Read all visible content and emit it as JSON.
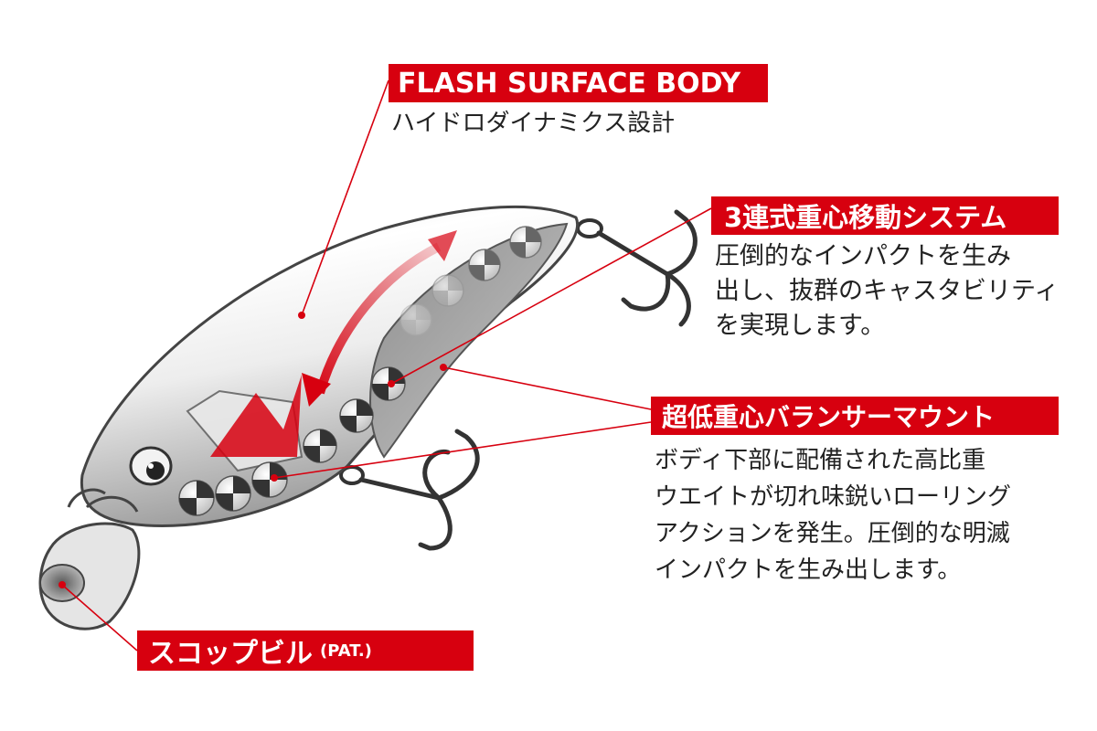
{
  "accent_color": "#d7000f",
  "labels": {
    "flash": {
      "title": "FLASH SURFACE BODY",
      "desc": [
        "ハイドロダイナミクス設計"
      ]
    },
    "weight_system": {
      "title": "3連式重心移動システム",
      "desc": [
        "圧倒的なインパクトを生み",
        "出し、抜群のキャスタビリティ",
        "を実現します。"
      ]
    },
    "mount": {
      "title": "超低重心バランサーマウント",
      "desc": [
        "ボディ下部に配備された高比重",
        "ウエイトが切れ味鋭いローリング",
        "アクションを発生。圧倒的な明滅",
        "インパクトを生み出します。"
      ]
    },
    "scoop": {
      "title": "スコップビル",
      "suffix": "(PAT.)"
    }
  },
  "icons": {
    "lure": "fishing-lure-illustration",
    "hook": "treble-hook-icon",
    "arrow": "red-double-arrow-icon"
  }
}
